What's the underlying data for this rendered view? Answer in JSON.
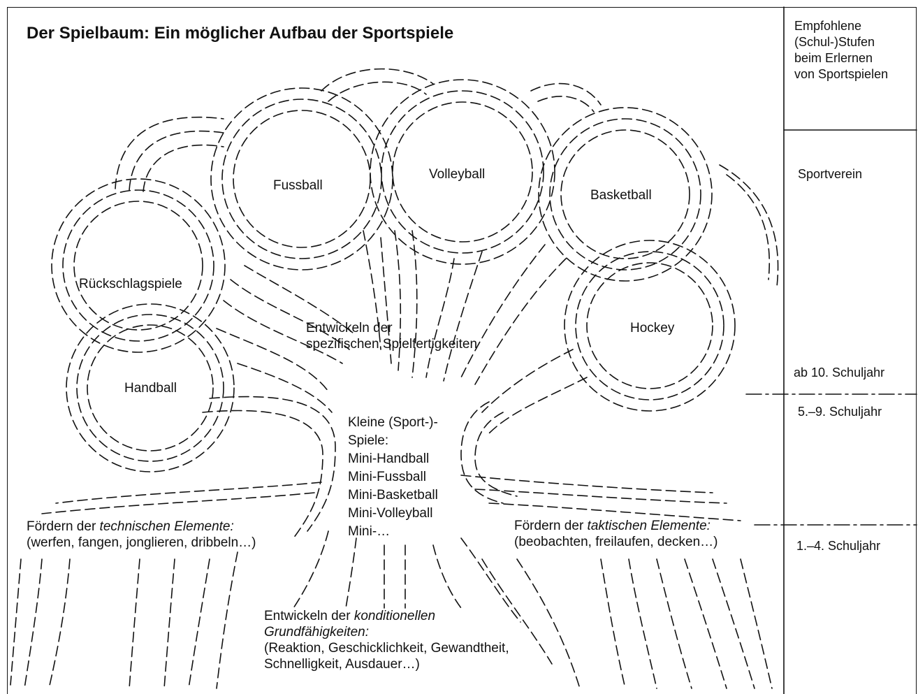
{
  "title": "Der Spielbaum: Ein möglicher Aufbau der Sportspiele",
  "sidebar": {
    "header": [
      "Empfohlene",
      "(Schul-)Stufen",
      "beim Erlernen",
      "von Sportspielen"
    ],
    "levels": [
      "Sportverein",
      "ab 10. Schuljahr",
      "5.–9. Schuljahr",
      "1.–4. Schuljahr"
    ]
  },
  "sports": [
    "Fussball",
    "Volleyball",
    "Basketball",
    "Rückschlagspiele",
    "Hockey",
    "Handball"
  ],
  "center": {
    "line1": "Entwickeln der",
    "line2": "spezifischen Spielfertigkeiten"
  },
  "trunk": [
    "Kleine (Sport-)-",
    "Spiele:",
    "Mini-Handball",
    "Mini-Fussball",
    "Mini-Basketball",
    "Mini-Volleyball",
    "Mini-…"
  ],
  "technical": {
    "prefix": "Fördern der ",
    "emphasis": "technischen Elemente:",
    "detail": "(werfen, fangen, jonglieren, dribbeln…)"
  },
  "tactical": {
    "prefix": "Fördern der ",
    "emphasis": "taktischen Elemente:",
    "detail": "(beobachten, freilaufen, decken…)"
  },
  "conditional": {
    "prefix": "Entwickeln der ",
    "emphasis1": "konditionellen",
    "emphasis2": "Grundfähigkeiten:",
    "detail1": "(Reaktion, Geschicklichkeit, Gewandtheit,",
    "detail2": "Schnelligkeit, Ausdauer…)"
  }
}
